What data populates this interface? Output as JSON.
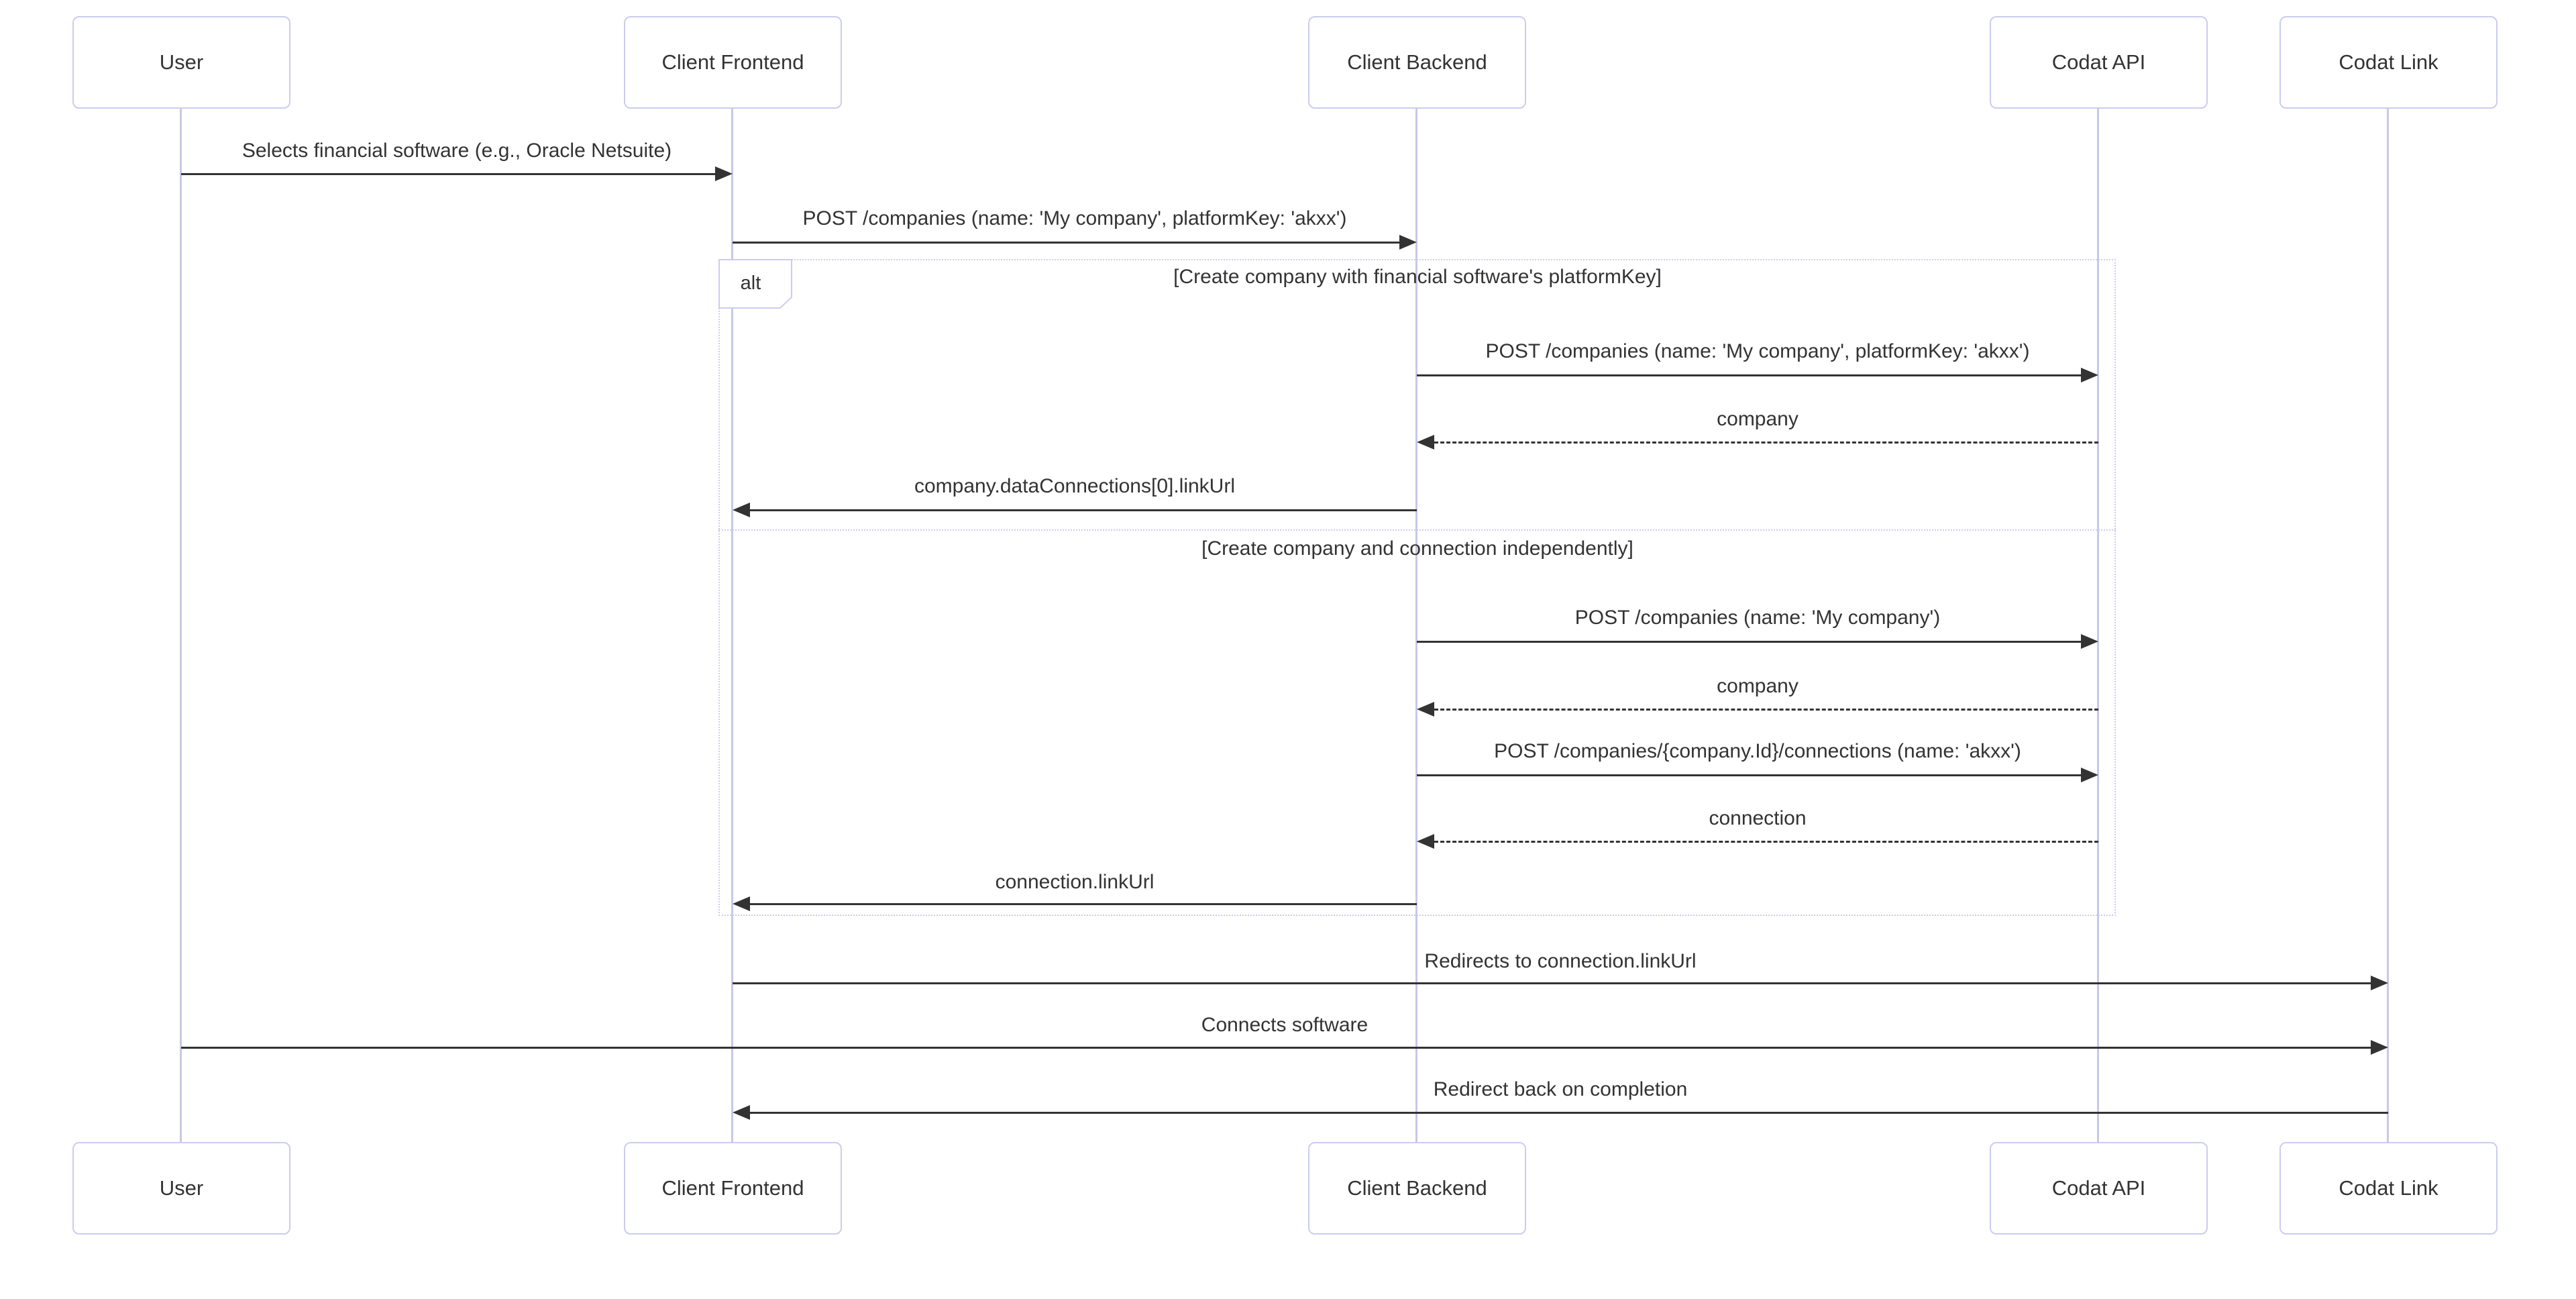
{
  "diagram": {
    "type": "sequence",
    "participants": [
      {
        "id": "user",
        "label": "User"
      },
      {
        "id": "client-frontend",
        "label": "Client Frontend"
      },
      {
        "id": "client-backend",
        "label": "Client Backend"
      },
      {
        "id": "codat-api",
        "label": "Codat API"
      },
      {
        "id": "codat-link",
        "label": "Codat Link"
      }
    ],
    "alt": {
      "operator": "alt",
      "branches": [
        {
          "condition": "[Create company with financial software's platformKey]"
        },
        {
          "condition": "[Create company and connection independently]"
        }
      ]
    },
    "messages": [
      {
        "from": "User",
        "to": "Client Frontend",
        "style": "solid",
        "label": "Selects financial software (e.g., Oracle Netsuite)"
      },
      {
        "from": "Client Frontend",
        "to": "Client Backend",
        "style": "solid",
        "label": "POST /companies (name: 'My company', platformKey: 'akxx')"
      },
      {
        "from": "Client Backend",
        "to": "Codat API",
        "style": "solid",
        "branch": 0,
        "label": "POST /companies (name: 'My company', platformKey: 'akxx')"
      },
      {
        "from": "Codat API",
        "to": "Client Backend",
        "style": "dashed",
        "branch": 0,
        "label": "company"
      },
      {
        "from": "Client Backend",
        "to": "Client Frontend",
        "style": "solid",
        "branch": 0,
        "label": "company.dataConnections[0].linkUrl"
      },
      {
        "from": "Client Backend",
        "to": "Codat API",
        "style": "solid",
        "branch": 1,
        "label": "POST /companies (name: 'My company')"
      },
      {
        "from": "Codat API",
        "to": "Client Backend",
        "style": "dashed",
        "branch": 1,
        "label": "company"
      },
      {
        "from": "Client Backend",
        "to": "Codat API",
        "style": "solid",
        "branch": 1,
        "label": "POST /companies/{company.Id}/connections (name: 'akxx')"
      },
      {
        "from": "Codat API",
        "to": "Client Backend",
        "style": "dashed",
        "branch": 1,
        "label": "connection"
      },
      {
        "from": "Client Backend",
        "to": "Client Frontend",
        "style": "solid",
        "branch": 1,
        "label": "connection.linkUrl"
      },
      {
        "from": "Client Frontend",
        "to": "Codat Link",
        "style": "solid",
        "label": "Redirects to connection.linkUrl"
      },
      {
        "from": "User",
        "to": "Codat Link",
        "style": "solid",
        "label": "Connects software"
      },
      {
        "from": "Codat Link",
        "to": "Client Frontend",
        "style": "solid",
        "label": "Redirect back on completion"
      }
    ],
    "colors": {
      "background": "#ffffff",
      "actor_border": "#ccccf0",
      "lifeline": "#c8c8e8",
      "frame_border": "#ccccf0",
      "message_line": "#333333",
      "text": "#333333"
    }
  }
}
